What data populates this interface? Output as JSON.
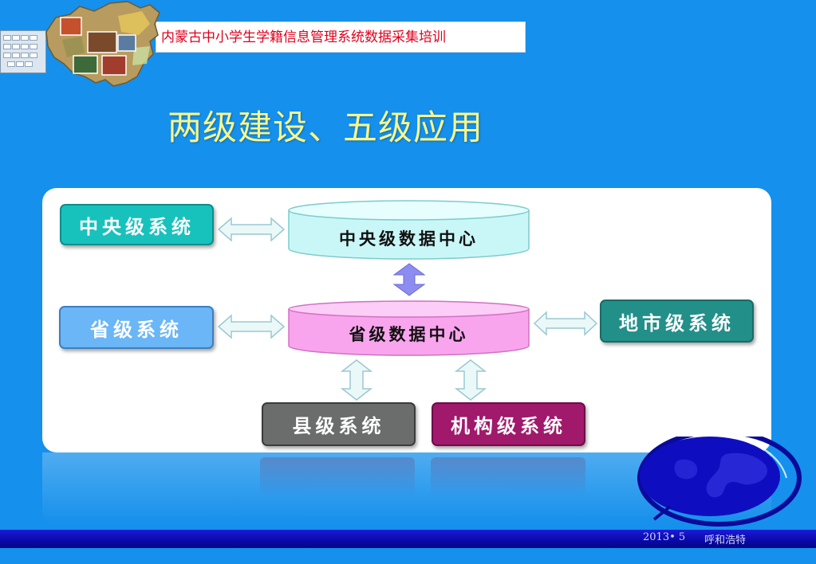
{
  "header": {
    "banner_text": "内蒙古中小学生学籍信息管理系统数据采集培训"
  },
  "slide": {
    "title": "两级建设、五级应用"
  },
  "diagram": {
    "data_centers": {
      "central": "中央级数据中心",
      "provincial": "省级数据中心"
    },
    "systems": {
      "central": "中央级系统",
      "provincial": "省级系统",
      "city": "地市级系统",
      "county": "县级系统",
      "institution": "机构级系统"
    },
    "colors": {
      "central_system": "#17c2bd",
      "provincial_system": "#6ab6f6",
      "city_system": "#238f89",
      "county_system": "#6a6d6b",
      "institution_system": "#a0196b",
      "central_center": "#c9f7f7",
      "provincial_center": "#f9a5ee"
    }
  },
  "footer": {
    "date": "2013• 5",
    "location": "呼和浩特"
  },
  "theme": {
    "background": "#1590ec",
    "title_color": "#f8f68a",
    "banner_text_color": "#e0001b",
    "bottom_bar": "#0909a8"
  }
}
